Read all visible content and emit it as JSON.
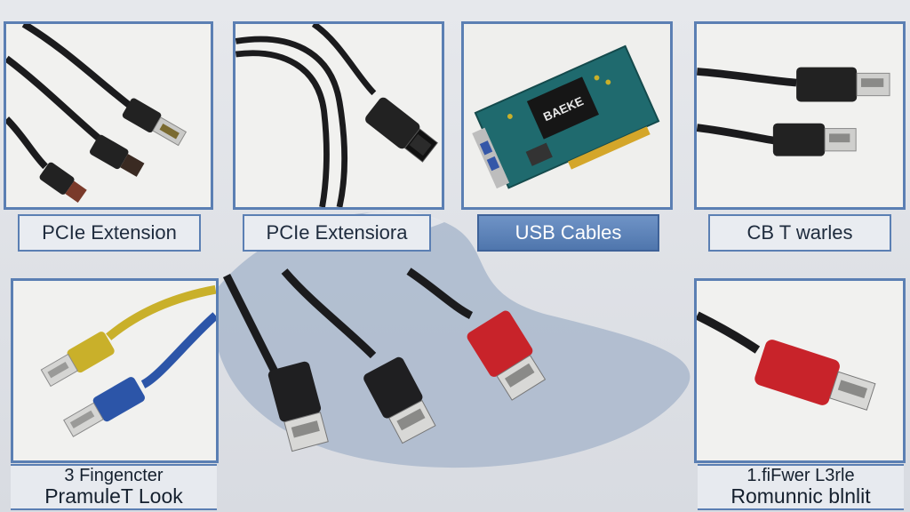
{
  "tiles": [
    {
      "caption": "PCIe Extension",
      "image": "usb-cable-pair-photo"
    },
    {
      "caption": "PCIe Extensiora",
      "image": "coiled-usb-cable-photo"
    },
    {
      "caption": "USB Cables",
      "image": "pcie-usb-card-photo",
      "chip_text": "BAEKE"
    },
    {
      "caption": "CB T warles",
      "image": "usb-cable-pair-photo"
    },
    {
      "caption_line1": "3 Fingencter",
      "caption_line2": "PramuleT Look",
      "image": "yellow-blue-usb-cables-photo"
    },
    {
      "image": "three-usb-cables-photo"
    },
    {
      "caption_line1": "1.fiFwer L3rle",
      "caption_line2": "Romunnic blnlit",
      "image": "red-usb-cable-photo"
    }
  ],
  "colors": {
    "frame": "#5b7fb3",
    "banner": "#4f76ad",
    "cable": "#1b1b1d",
    "red_connector": "#c8232a",
    "yellow_connector": "#c9b02a",
    "blue_connector": "#2c55a8",
    "pcb": "#1f6a6e"
  }
}
